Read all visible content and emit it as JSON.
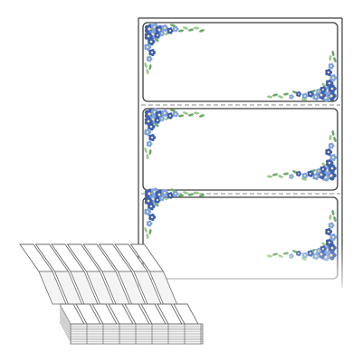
{
  "product": {
    "labels_on_sheet": 3,
    "stack_rows": 3,
    "stack_columns": 8
  },
  "colors": {
    "background": "#ffffff",
    "label_border": "#3c3c3c",
    "perforation": "#8a8a8a",
    "flower_blue_dark": "#3f5fb0",
    "flower_blue_light": "#7fa3dc",
    "flower_center": "#f2e9a6",
    "leaf_green": "#9cc98a",
    "leaf_green_dark": "#6fa86a",
    "stack_edge": "#6e6e6e",
    "stack_fill": "#f4f4f4"
  },
  "icons": {
    "flower_corner": "floral-corner-icon",
    "fanfold_stack": "fanfold-stack-icon"
  }
}
